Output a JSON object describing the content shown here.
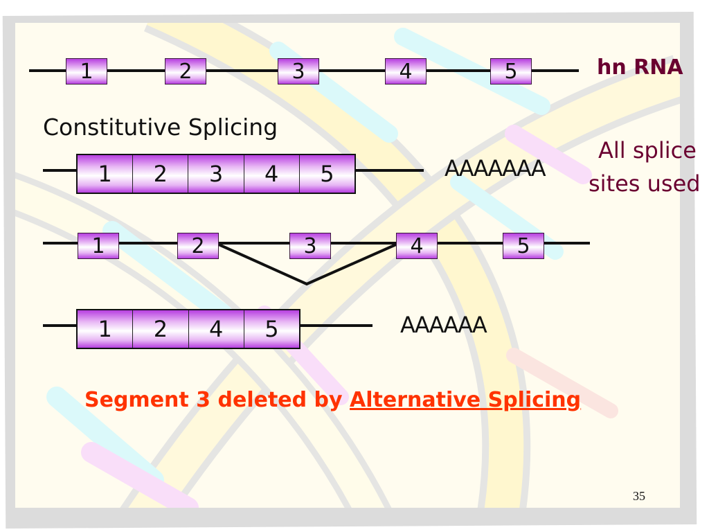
{
  "slide": {
    "page_number": "35",
    "colors": {
      "exon_fill": "#c060e8",
      "label_dark": "#6a0030",
      "caption_orange": "#ff3300",
      "frame_gray": "#dcdcdc"
    }
  },
  "hnrna": {
    "label": "hn RNA",
    "exons": [
      "1",
      "2",
      "3",
      "4",
      "5"
    ]
  },
  "constitutive": {
    "title": "Constitutive Splicing",
    "exons": [
      "1",
      "2",
      "3",
      "4",
      "5"
    ],
    "polya": "AAAAAAA",
    "note_line1": "All splice",
    "note_line2": "sites used"
  },
  "alternative_pre": {
    "exons": [
      "1",
      "2",
      "3",
      "4",
      "5"
    ],
    "skipped_exon": "3"
  },
  "alternative": {
    "exons": [
      "1",
      "2",
      "4",
      "5"
    ],
    "polya": "AAAAAA",
    "caption_prefix": "Segment 3 deleted by ",
    "caption_link": "Alternative Splicing"
  }
}
